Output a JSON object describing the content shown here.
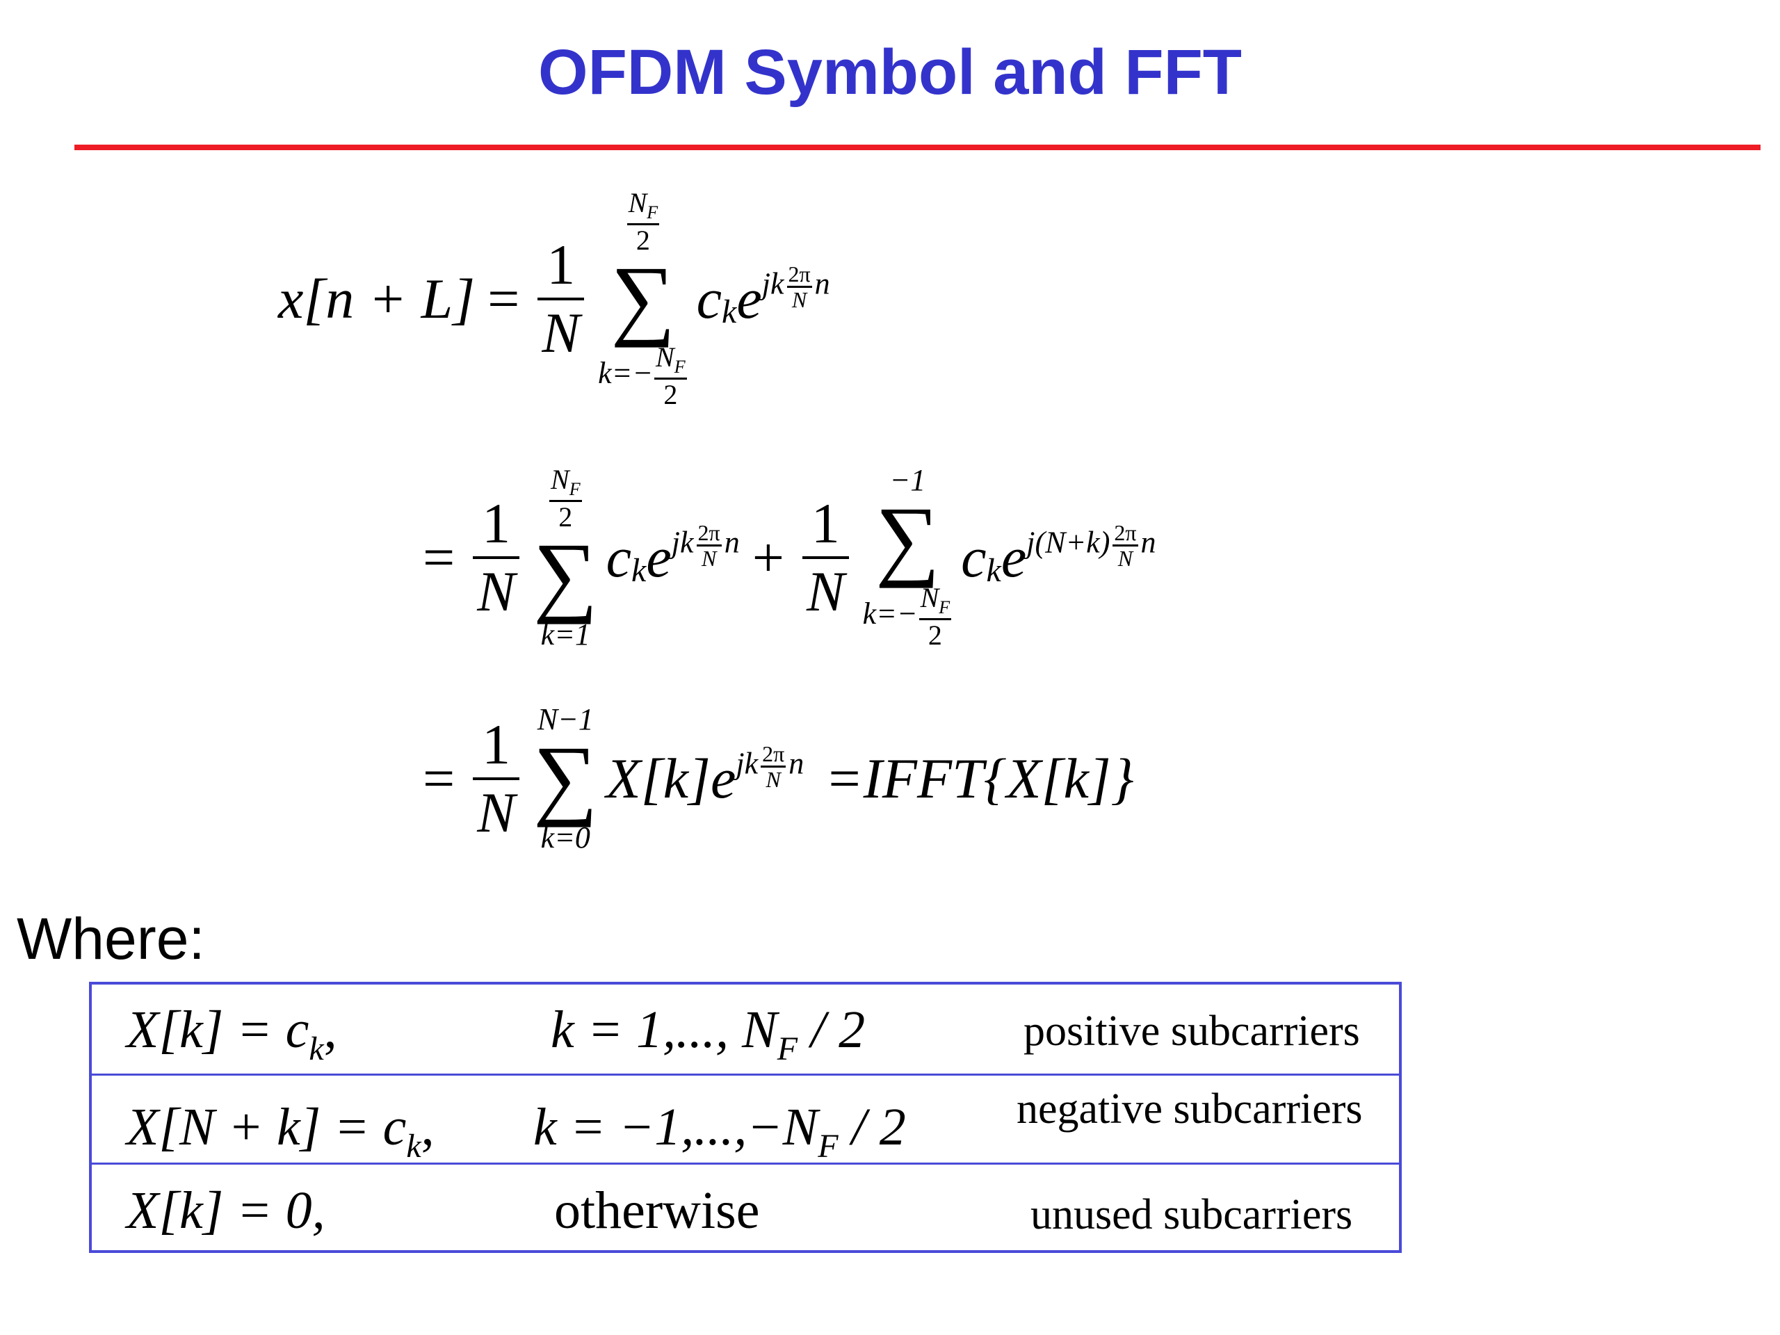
{
  "page": {
    "title": "OFDM Symbol and FFT",
    "where_label": "Where:"
  },
  "equations": {
    "line1": {
      "lhs": "x[n + L]",
      "equals": "=",
      "frac_num": "1",
      "frac_den": "N",
      "sum_upper_num": "N",
      "sum_upper_sub": "F",
      "sum_upper_den": "2",
      "sum_lower_prefix": "k=−",
      "sum_lower_num": "N",
      "sum_lower_sub": "F",
      "sum_lower_den": "2",
      "term_c": "c",
      "term_sub": "k",
      "term_e": "e",
      "exp_pre": "jk",
      "exp_num": "2π",
      "exp_den": "N",
      "exp_post": "n"
    },
    "line2": {
      "equals": "=",
      "frac1_num": "1",
      "frac1_den": "N",
      "sum1_upper_num": "N",
      "sum1_upper_sub": "F",
      "sum1_upper_den": "2",
      "sum1_lower": "k=1",
      "term1_c": "c",
      "term1_sub": "k",
      "term1_e": "e",
      "exp1_pre": "jk",
      "exp1_num": "2π",
      "exp1_den": "N",
      "exp1_post": "n",
      "plus": "+",
      "frac2_num": "1",
      "frac2_den": "N",
      "sum2_upper": "−1",
      "sum2_lower_prefix": "k=−",
      "sum2_lower_num": "N",
      "sum2_lower_sub": "F",
      "sum2_lower_den": "2",
      "term2_c": "c",
      "term2_sub": "k",
      "term2_e": "e",
      "exp2_pre": "j(N+k)",
      "exp2_num": "2π",
      "exp2_den": "N",
      "exp2_post": "n"
    },
    "line3": {
      "equals": "=",
      "frac_num": "1",
      "frac_den": "N",
      "sum_upper": "N−1",
      "sum_lower": "k=0",
      "term": "X[k]e",
      "exp_pre": "jk",
      "exp_num": "2π",
      "exp_den": "N",
      "exp_post": "n",
      "rhs": "=IFFT{X[k]}"
    }
  },
  "table": {
    "rows": [
      {
        "expr": "X[k] = c",
        "expr_sub": "k",
        "expr_tail": ",",
        "range": "k = 1,..., N",
        "range_sub": "F",
        "range_tail": " / 2",
        "desc": "positive subcarriers"
      },
      {
        "expr": "X[N + k] = c",
        "expr_sub": "k",
        "expr_tail": ",",
        "range": "k = −1,...,−N",
        "range_sub": "F",
        "range_tail": " / 2",
        "desc": "negative subcarriers"
      },
      {
        "expr": "X[k] = 0,",
        "range": "otherwise",
        "desc": "unused subcarriers"
      }
    ]
  }
}
